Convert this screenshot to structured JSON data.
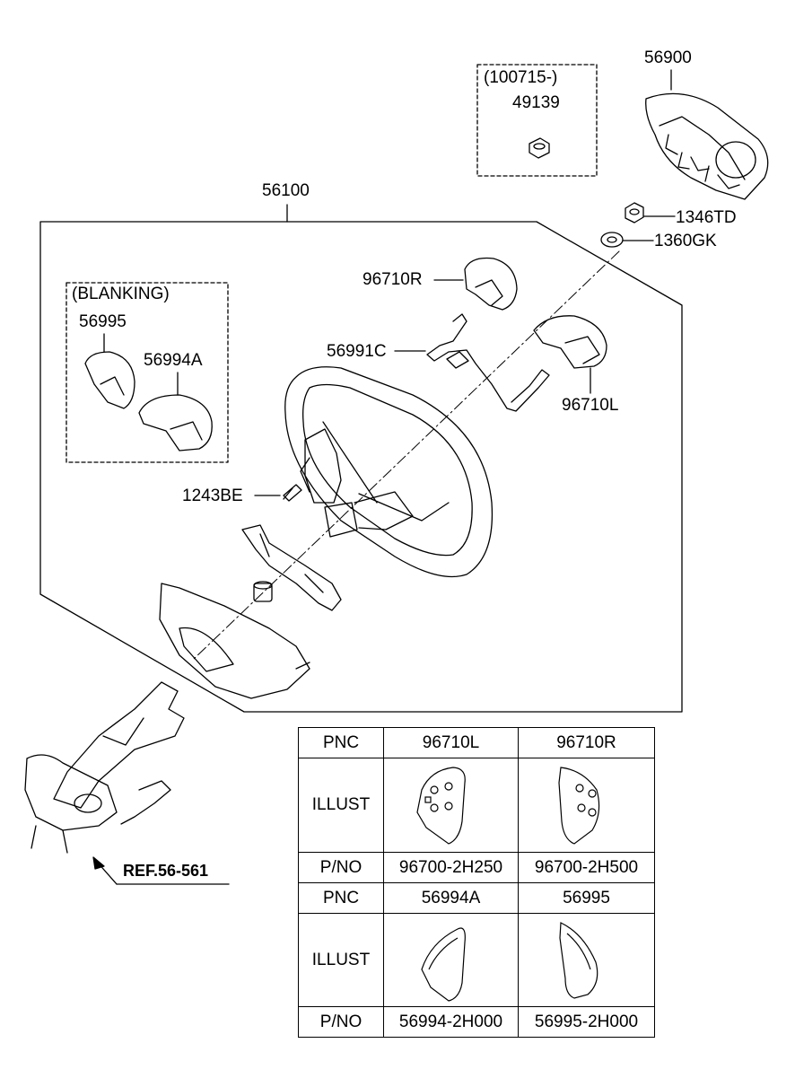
{
  "callouts": {
    "assembly_56900": "56900",
    "date_range": "(100715-)",
    "nut_49139": "49139",
    "nut_1346TD": "1346TD",
    "washer_1360GK": "1360GK",
    "wheel_56100": "56100",
    "switch_96710R": "96710R",
    "switch_96710L": "96710L",
    "harness_56991C": "56991C",
    "blanking_group": "(BLANKING)",
    "blank_56995": "56995",
    "blank_56994A": "56994A",
    "bolt_1243BE": "1243BE",
    "reference": "REF.56-561"
  },
  "table": {
    "block1": {
      "pnc_label": "PNC",
      "illust_label": "ILLUST",
      "pno_label": "P/NO",
      "col1_pnc": "96710L",
      "col2_pnc": "96710R",
      "col1_pno": "96700-2H250",
      "col2_pno": "96700-2H500"
    },
    "block2": {
      "pnc_label": "PNC",
      "illust_label": "ILLUST",
      "pno_label": "P/NO",
      "col1_pnc": "56994A",
      "col2_pnc": "56995",
      "col1_pno": "56994-2H000",
      "col2_pno": "56995-2H000"
    }
  },
  "colors": {
    "line": "#000000",
    "background": "#ffffff"
  }
}
